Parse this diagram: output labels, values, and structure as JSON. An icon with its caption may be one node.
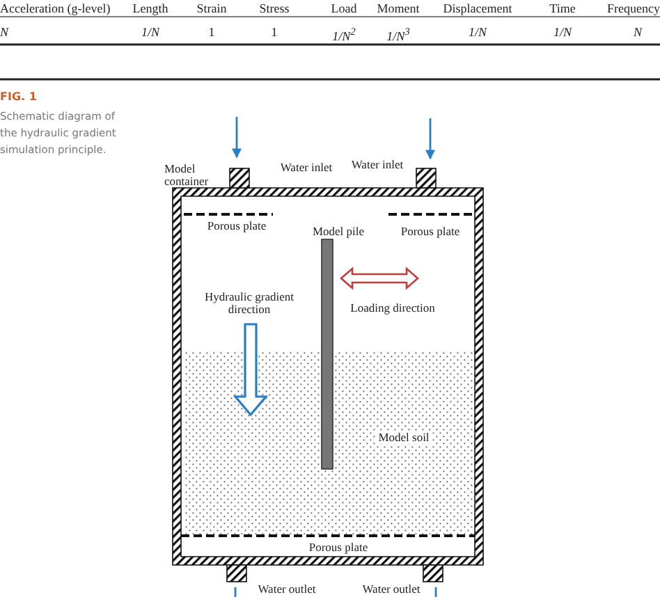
{
  "diagram": {
    "caption": "Schematic diagram of the hydraulic gradient simulation principle.",
    "labels": [
      "Acceleration (g-level)",
      "Length",
      "Strain",
      "Stress",
      "Load",
      "Moment",
      "Displacement",
      "Time",
      "Frequency",
      "N",
      "1/N",
      "1",
      "1",
      "1/N$^{2}$",
      "1/N$^{3}$",
      "1/N",
      "1/N",
      "N",
      "FIG. 1",
      "Model container",
      "Water inlet",
      "Water inlet",
      "Porous plate",
      "Model pile",
      "Porous plate",
      "Hydraulic gradient direction",
      "Loading direction",
      "Model soil",
      "Porous plate",
      "Water outlet",
      "Water outlet"
    ]
  }
}
